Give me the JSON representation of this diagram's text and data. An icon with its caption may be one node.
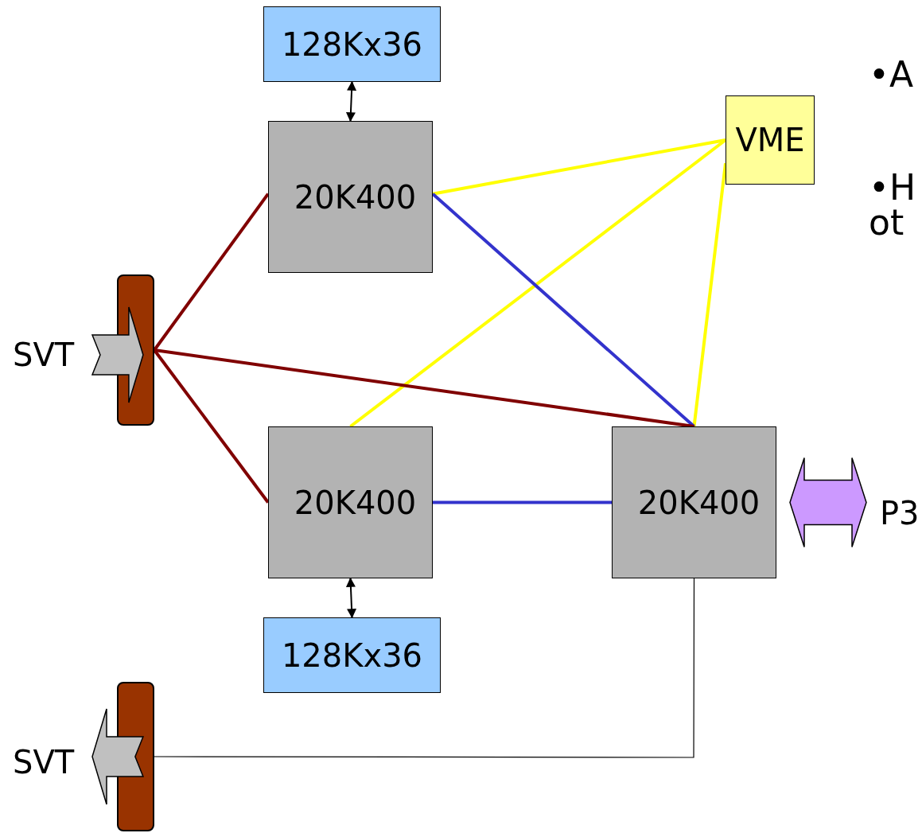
{
  "diagram": {
    "nodes": [
      {
        "text": [
          "128Kx36"
        ]
      },
      {
        "text": [
          "VME"
        ]
      },
      {
        "text": [
          "20K400"
        ]
      },
      {
        "text": [
          "SVT"
        ]
      },
      {
        "text": [],
        "shape": "bar"
      },
      {
        "text": [
          "20K400"
        ]
      },
      {
        "text": [
          "20K400"
        ]
      },
      {
        "text": [
          "P3"
        ]
      },
      {
        "text": [
          "128Kx36"
        ]
      },
      {
        "text": [
          "SVT"
        ]
      },
      {
        "text": [],
        "shape": "bar"
      }
    ],
    "edges": [
      {
        "from": 0,
        "to": 2,
        "arrow": "both"
      },
      {
        "from": 2,
        "to": 1,
        "arrow": "none",
        "color": "#ffff00"
      },
      {
        "from": 5,
        "to": 1,
        "arrow": "none",
        "color": "#ffff00"
      },
      {
        "from": 6,
        "to": 1,
        "arrow": "none",
        "color": "#ffff00"
      },
      {
        "from": 2,
        "to": 6,
        "arrow": "none",
        "color": "#3333cc"
      },
      {
        "from": 5,
        "to": 6,
        "arrow": "none",
        "color": "#3333cc"
      },
      {
        "from": 4,
        "to": 2,
        "arrow": "none",
        "color": "#800000"
      },
      {
        "from": 4,
        "to": 5,
        "arrow": "none",
        "color": "#800000"
      },
      {
        "from": 4,
        "to": 6,
        "arrow": "none",
        "color": "#800000"
      },
      {
        "from": 5,
        "to": 8,
        "arrow": "both"
      },
      {
        "from": 6,
        "to": 10,
        "arrow": "none"
      },
      {
        "from": 3,
        "to": 4,
        "arrow": "to",
        "color": "#c0c0c0"
      },
      {
        "from": 10,
        "to": 9,
        "arrow": "to",
        "color": "#c0c0c0"
      },
      {
        "from": 6,
        "to": 7,
        "arrow": "both",
        "color": "#cc99ff"
      }
    ],
    "labels": [
      "•A",
      "•H ot"
    ]
  }
}
